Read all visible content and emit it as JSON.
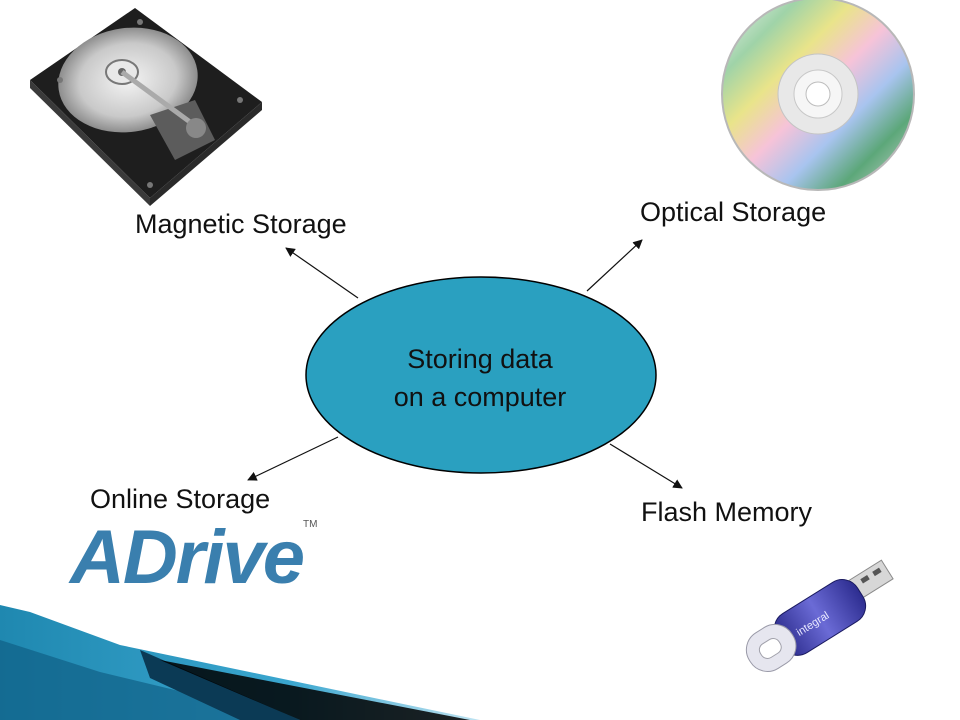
{
  "diagram": {
    "center": {
      "line1": "Storing data",
      "line2": "on a computer"
    },
    "nodes": {
      "magnetic": "Magnetic Storage",
      "optical": "Optical Storage",
      "online": "Online Storage",
      "flash": "Flash Memory"
    }
  },
  "logo": {
    "text": "ADrive",
    "tm": "TM"
  },
  "usb_text": "integral",
  "colors": {
    "ellipse_fill": "#2aa0c0",
    "footer_blue": "#1a7fa6",
    "footer_dark": "#0b3a55"
  }
}
